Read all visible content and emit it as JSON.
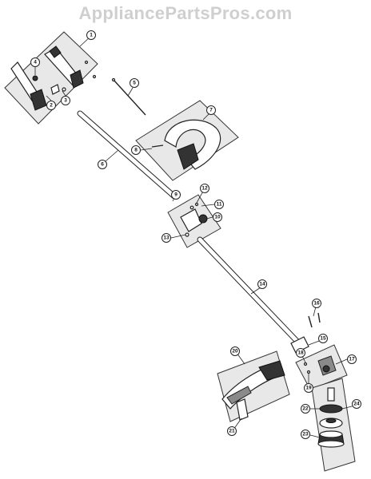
{
  "watermark": "AppliancePartsPros.com",
  "callouts": [
    "1",
    "2",
    "3",
    "4",
    "5",
    "6",
    "7",
    "8",
    "9",
    "10",
    "11",
    "12",
    "13",
    "14",
    "15",
    "16",
    "17",
    "18",
    "19",
    "20",
    "21",
    "22",
    "23",
    "24"
  ]
}
